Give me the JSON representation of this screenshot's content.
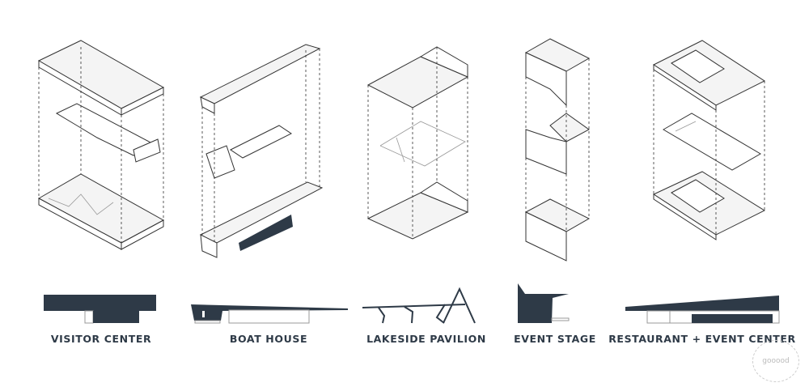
{
  "colors": {
    "ink": "#2e3a47",
    "line": "#333333",
    "light": "#aaaaaa",
    "fill": "#f2f2f2"
  },
  "buildings": [
    {
      "label": "VISITOR CENTER"
    },
    {
      "label": "BOAT HOUSE"
    },
    {
      "label": "LAKESIDE PAVILION"
    },
    {
      "label": "EVENT STAGE"
    },
    {
      "label": "RESTAURANT + EVENT CENTER"
    }
  ],
  "watermark": "gooood"
}
